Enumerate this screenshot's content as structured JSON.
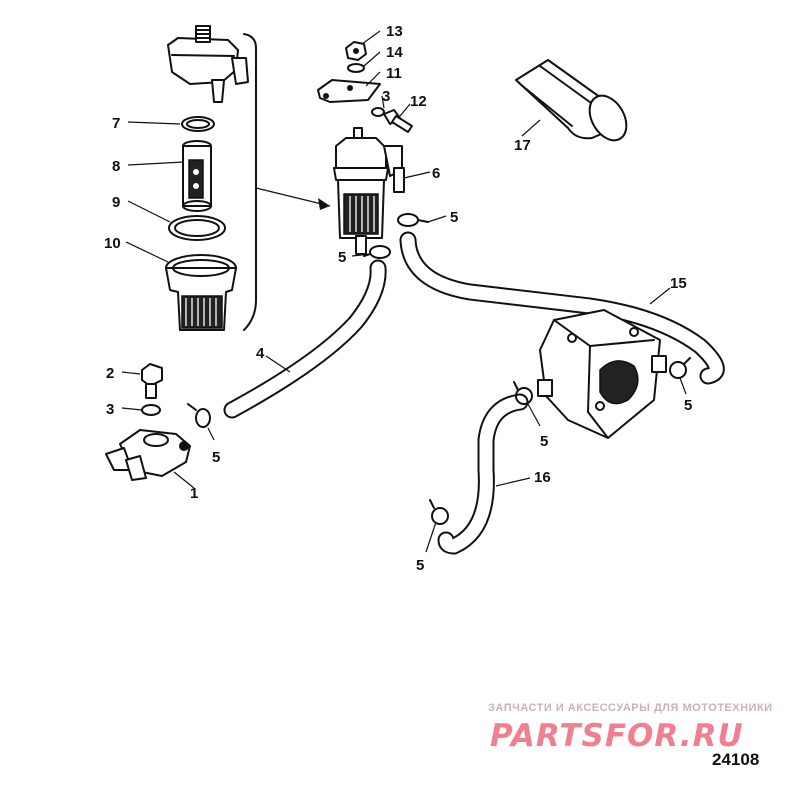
{
  "callouts": {
    "c1": "1",
    "c2": "2",
    "c3a": "3",
    "c3b": "3",
    "c4": "4",
    "c5a": "5",
    "c5b": "5",
    "c5c": "5",
    "c5d": "5",
    "c5e": "5",
    "c5f": "5",
    "c6": "6",
    "c7": "7",
    "c8": "8",
    "c9": "9",
    "c10": "10",
    "c11": "11",
    "c12": "12",
    "c13": "13",
    "c14": "14",
    "c15": "15",
    "c16": "16",
    "c17": "17"
  },
  "watermark": {
    "tagline": "ЗАПЧАСТИ И АКСЕССУАРЫ ДЛЯ МОТОТЕХНИКИ",
    "site": "PARTSFOR.RU"
  },
  "drawing_number": "24108"
}
